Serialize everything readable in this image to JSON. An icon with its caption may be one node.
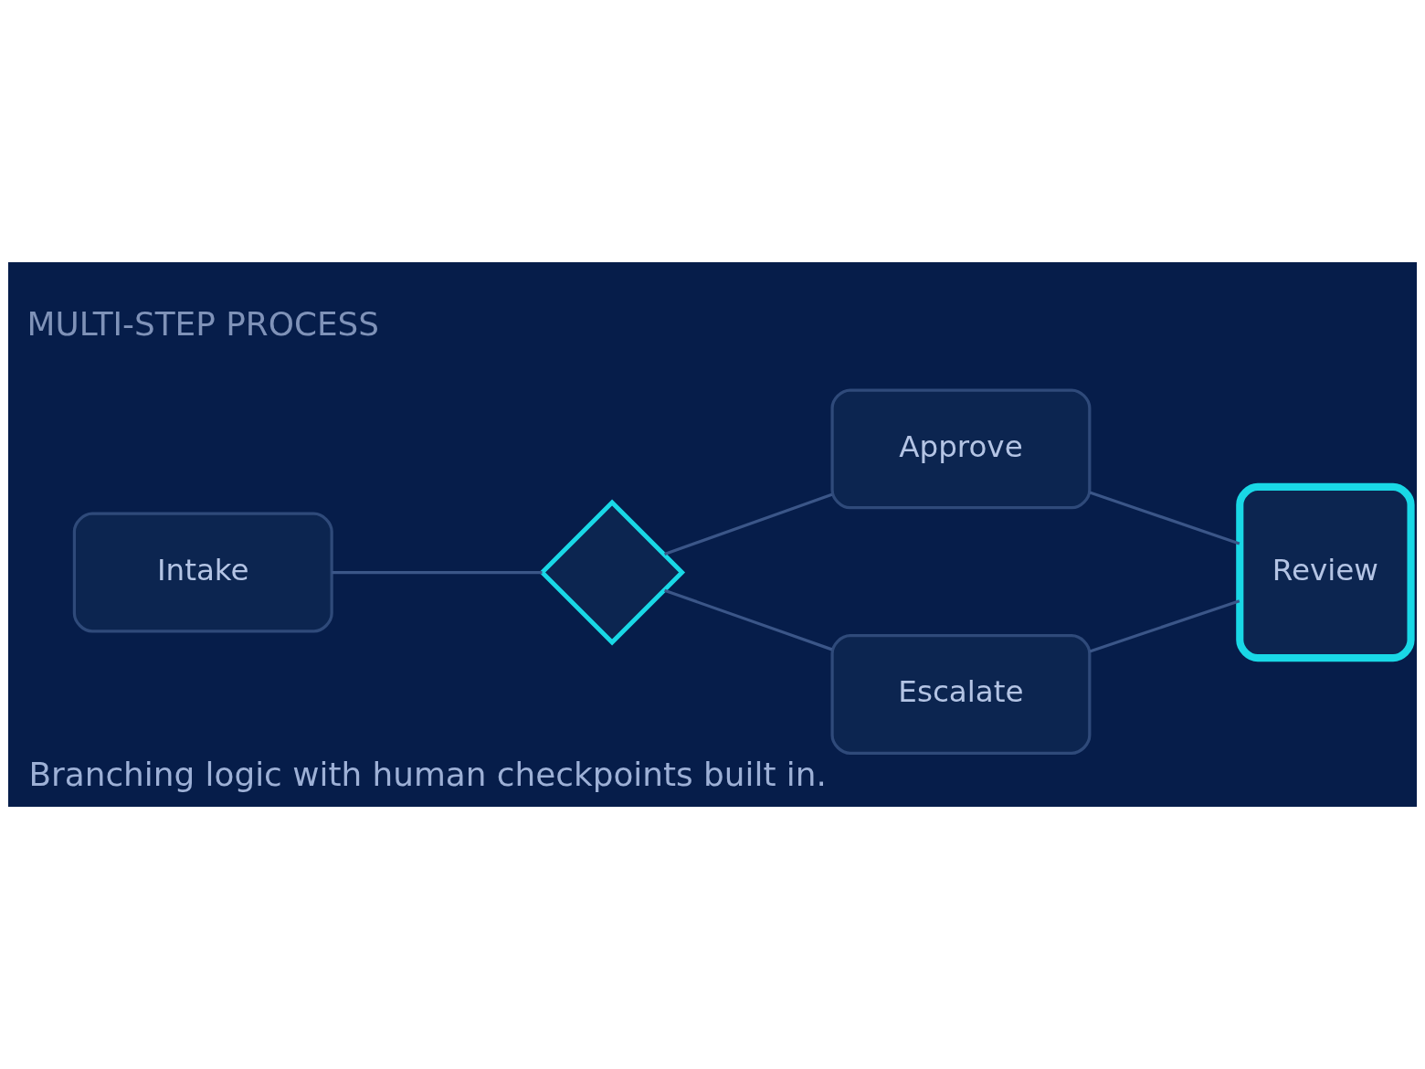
{
  "diagram": {
    "title": "MULTI-STEP PROCESS",
    "caption": "Branching logic with human checkpoints built in.",
    "nodes": [
      {
        "text": [
          "Intake"
        ]
      },
      {
        "text": [],
        "shape": "diamond"
      },
      {
        "text": [
          "Approve"
        ]
      },
      {
        "text": [
          "Escalate"
        ]
      },
      {
        "text": [
          "Review"
        ]
      }
    ],
    "edges": [
      {
        "from": 0,
        "to": 1,
        "arrow": "none"
      },
      {
        "from": 1,
        "to": 2,
        "arrow": "none"
      },
      {
        "from": 1,
        "to": 3,
        "arrow": "none"
      },
      {
        "from": 2,
        "to": 4,
        "arrow": "none"
      },
      {
        "from": 3,
        "to": 4,
        "arrow": "none"
      }
    ]
  }
}
